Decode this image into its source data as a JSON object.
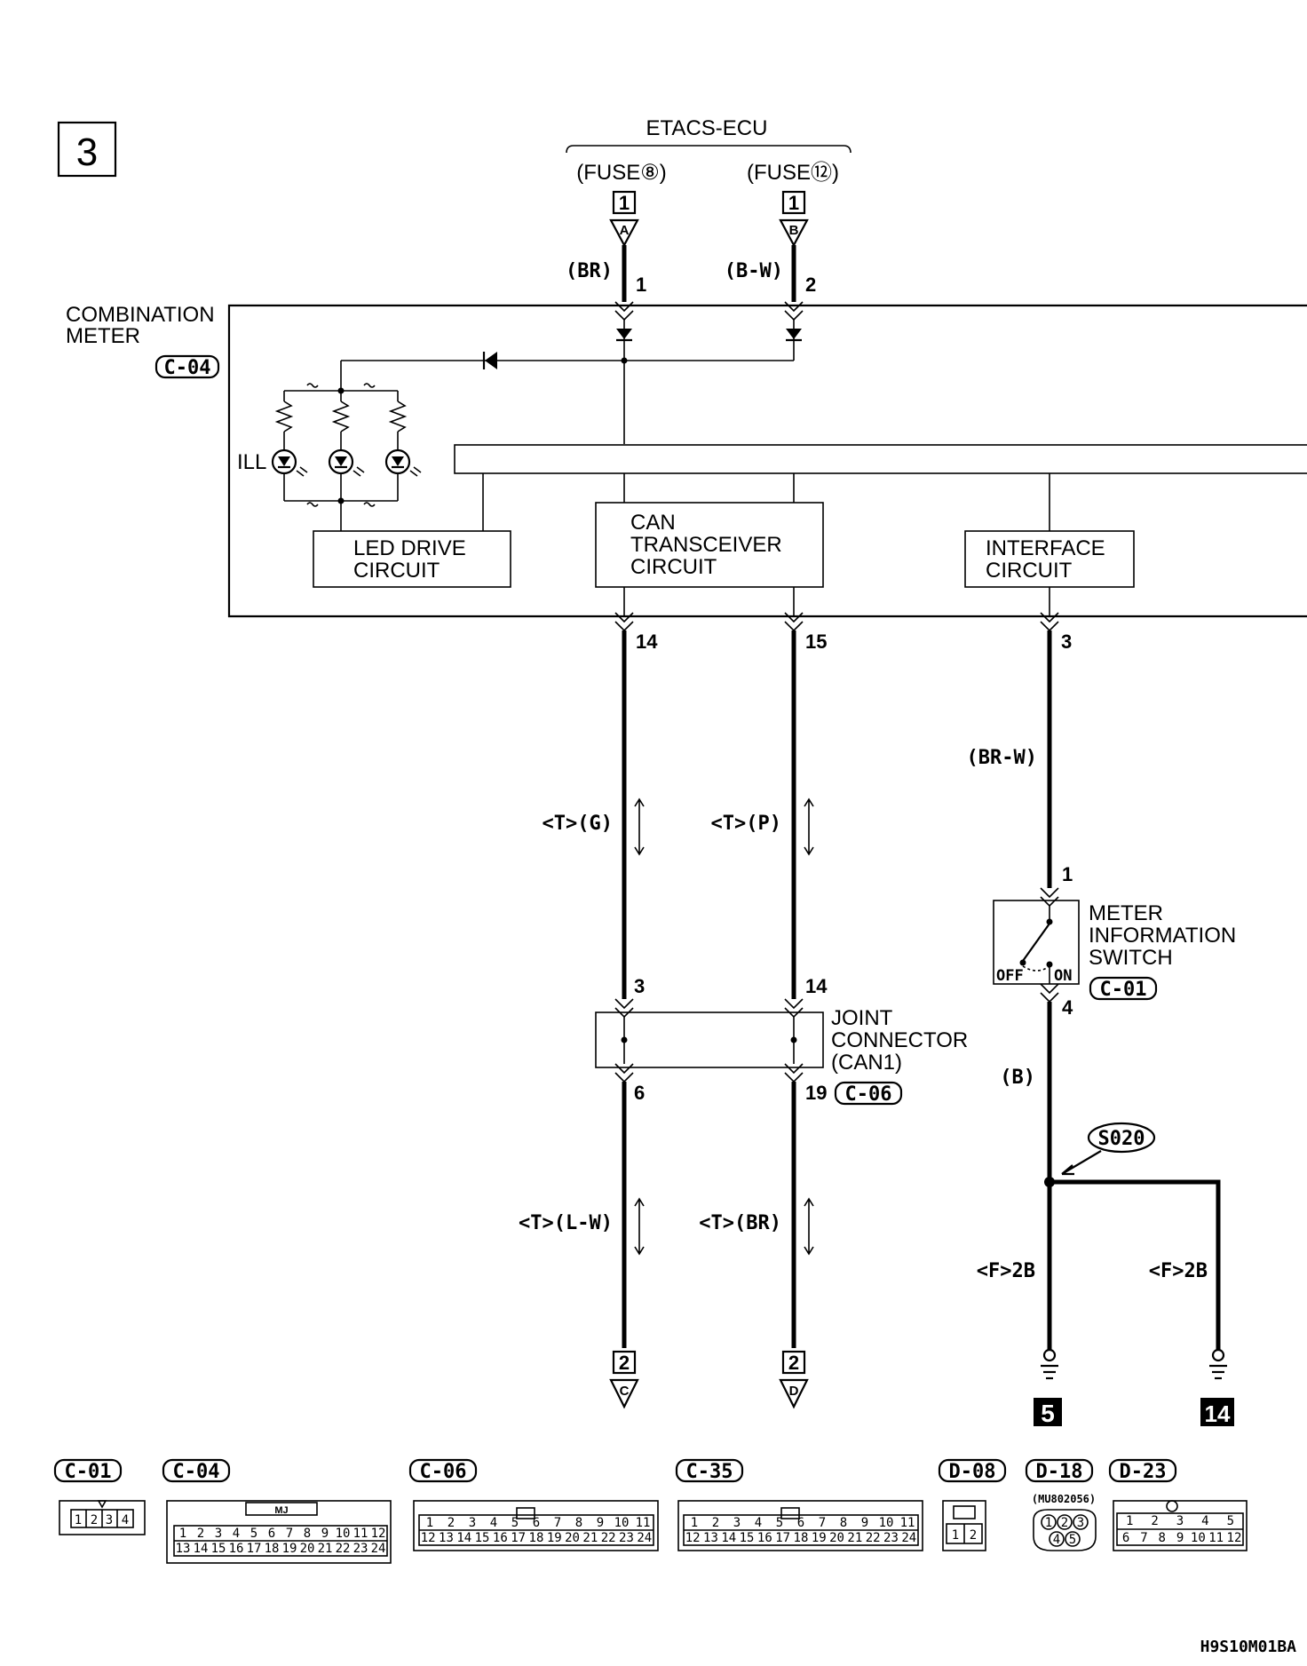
{
  "page_number": "3",
  "ecu": {
    "title": "ETACS-ECU",
    "fuse_a": "(FUSE⑧)",
    "fuse_b": "(FUSE⑫)"
  },
  "offpage": {
    "a_num": "1",
    "a_let": "A",
    "b_num": "1",
    "b_let": "B",
    "c_num": "2",
    "c_let": "C",
    "d_num": "2",
    "d_let": "D"
  },
  "wires": {
    "w1": "(BR)",
    "w2": "(B-W)",
    "w3": "(BR-W)",
    "w4": "(B)",
    "can_h": "<T>(G)",
    "can_l": "<T>(P)",
    "can_h2": "<T>(L-W)",
    "can_l2": "<T>(BR)",
    "gnd1": "<F>2B",
    "gnd2": "<F>2B"
  },
  "pins": {
    "p1": "1",
    "p2": "2",
    "p14": "14",
    "p15": "15",
    "p3": "3",
    "sw1": "1",
    "sw4": "4",
    "jc3": "3",
    "jc14": "14",
    "jc6": "6",
    "jc19": "19"
  },
  "meter": {
    "title1": "COMBINATION",
    "title2": "METER",
    "connector": "C-04",
    "ill": "ILL"
  },
  "blocks": {
    "led1": "LED DRIVE",
    "led2": "CIRCUIT",
    "can1": "CAN",
    "can2": "TRANSCEIVER",
    "can3": "CIRCUIT",
    "if1": "INTERFACE",
    "if2": "CIRCUIT"
  },
  "switch": {
    "l1": "METER",
    "l2": "INFORMATION",
    "l3": "SWITCH",
    "off": "OFF",
    "on": "ON",
    "connector": "C-01"
  },
  "joint": {
    "l1": "JOINT",
    "l2": "CONNECTOR",
    "l3": "(CAN1)",
    "connector": "C-06"
  },
  "splice": "S020",
  "grounds": {
    "g1": "5",
    "g2": "14"
  },
  "connectors": {
    "c01": "C-01",
    "c04": "C-04",
    "c06": "C-06",
    "c35": "C-35",
    "d08": "D-08",
    "d18": "D-18",
    "d23": "D-23",
    "d18_part": "(MU802056)",
    "c04_tag": "MJ"
  },
  "footer_code": "H9S10M01BA"
}
